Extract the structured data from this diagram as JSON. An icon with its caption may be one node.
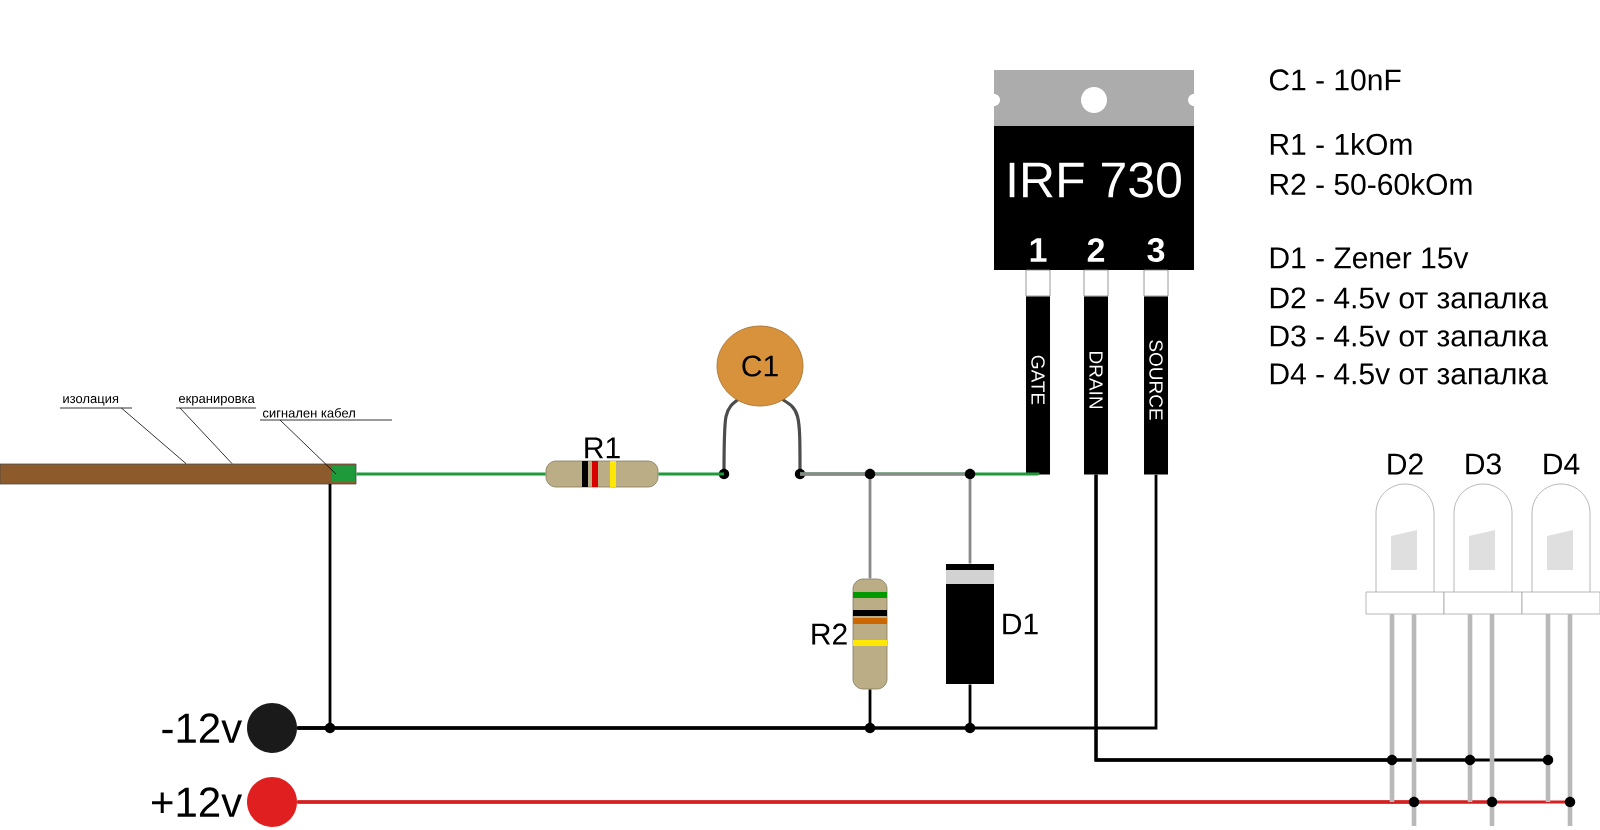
{
  "diagram": {
    "nodes": [
      {
        "text": [],
        "shape": "bar"
      },
      {
        "text": [
          "изолация"
        ]
      },
      {
        "text": [
          "екранировка"
        ]
      },
      {
        "text": [
          "сигнален кабел"
        ]
      },
      {
        "text": [
          "R1"
        ]
      },
      {
        "text": [
          "C1"
        ]
      },
      {
        "text": [
          "IRF 730",
          "1",
          "2",
          "3"
        ]
      },
      {
        "text": [
          "GATE"
        ]
      },
      {
        "text": [
          "DRAIN"
        ]
      },
      {
        "text": [
          "SOURCE"
        ]
      },
      {
        "text": [
          "R2"
        ]
      },
      {
        "text": [
          "D1"
        ]
      },
      {
        "text": [
          "D2"
        ]
      },
      {
        "text": [
          "D3"
        ]
      },
      {
        "text": [
          "D4"
        ]
      },
      {
        "text": [
          "-12v"
        ]
      },
      {
        "text": [
          "+12v"
        ]
      }
    ],
    "edges": [
      {
        "from": 0,
        "to": 4,
        "arrow": "none",
        "color": "#1f9a3a"
      },
      {
        "from": 4,
        "to": 5,
        "arrow": "none",
        "color": "#1f9a3a"
      },
      {
        "from": 5,
        "to": 7,
        "arrow": "none",
        "color": "#1f9a3a"
      },
      {
        "from": 5,
        "to": 10,
        "arrow": "none",
        "color": "#8a8a8a"
      },
      {
        "from": 5,
        "to": 11,
        "arrow": "none",
        "color": "#8a8a8a"
      },
      {
        "from": 10,
        "to": 15,
        "arrow": "none"
      },
      {
        "from": 11,
        "to": 15,
        "arrow": "none"
      },
      {
        "from": 0,
        "to": 15,
        "arrow": "none"
      },
      {
        "from": 9,
        "to": 15,
        "arrow": "none"
      },
      {
        "from": 8,
        "to": 12,
        "arrow": "none"
      },
      {
        "from": 8,
        "to": 13,
        "arrow": "none"
      },
      {
        "from": 8,
        "to": 14,
        "arrow": "none"
      },
      {
        "from": 16,
        "to": 12,
        "arrow": "none",
        "color": "#d42020"
      },
      {
        "from": 16,
        "to": 13,
        "arrow": "none",
        "color": "#d42020"
      },
      {
        "from": 16,
        "to": 14,
        "arrow": "none",
        "color": "#d42020"
      },
      {
        "from": 1,
        "to": 0,
        "arrow": "none"
      },
      {
        "from": 2,
        "to": 0,
        "arrow": "none"
      },
      {
        "from": 3,
        "to": 0,
        "arrow": "none"
      }
    ],
    "labels": [
      "C1 - 10nF",
      "R1 - 1kOm",
      "R2 - 50-60kOm",
      "D1 - Zener 15v",
      "D2 - 4.5v от запалка",
      "D3 - 4.5v от запалка",
      "D4 - 4.5v от запалка"
    ]
  }
}
